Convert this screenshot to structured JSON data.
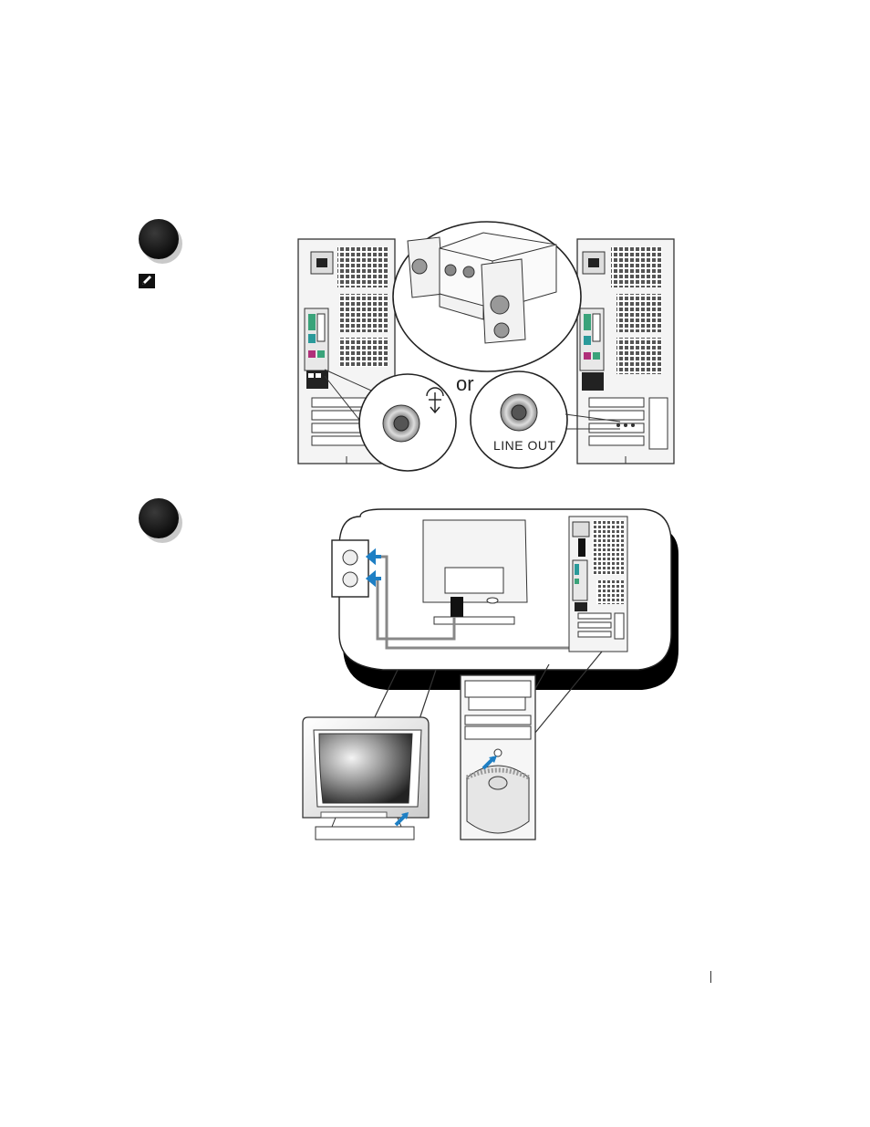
{
  "steps": [
    {
      "id": "step-1",
      "number": ""
    },
    {
      "id": "step-2",
      "number": ""
    }
  ],
  "icons": [
    "note-pencil-icon",
    "headphone-jack-icon",
    "arrow-icon"
  ],
  "labels": {
    "or": "or",
    "line_out": "LINE OUT"
  },
  "colors": {
    "ink": "#222222",
    "cable_blue": "#1e7fc4",
    "port_green": "#3aa37a",
    "port_magenta": "#b0307a",
    "port_teal": "#2a9a9a"
  }
}
